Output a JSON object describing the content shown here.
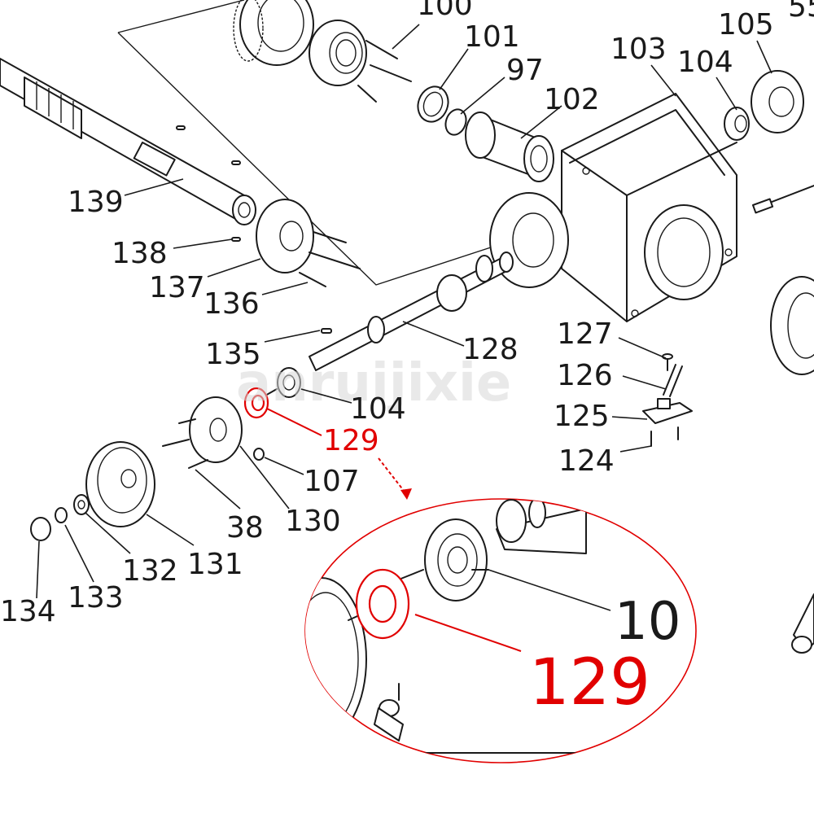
{
  "diagram": {
    "watermark": "anruijixie",
    "highlight_color": "#e10000",
    "line_color": "#1a1a1a",
    "highlighted_part": "129",
    "callouts": {
      "c100": "100",
      "c101": "101",
      "c97": "97",
      "c102": "102",
      "c103": "103",
      "c104a": "104",
      "c105": "105",
      "c55": "55",
      "c139": "139",
      "c138": "138",
      "c137": "137",
      "c136": "136",
      "c135": "135",
      "c128": "128",
      "c127": "127",
      "c126": "126",
      "c104b": "104",
      "c125": "125",
      "c124": "124",
      "c129": "129",
      "c107": "107",
      "c38": "38",
      "c130": "130",
      "c131": "131",
      "c132": "132",
      "c133": "133",
      "c134": "134"
    },
    "detail": {
      "label_104": "10",
      "label_129": "129"
    }
  }
}
